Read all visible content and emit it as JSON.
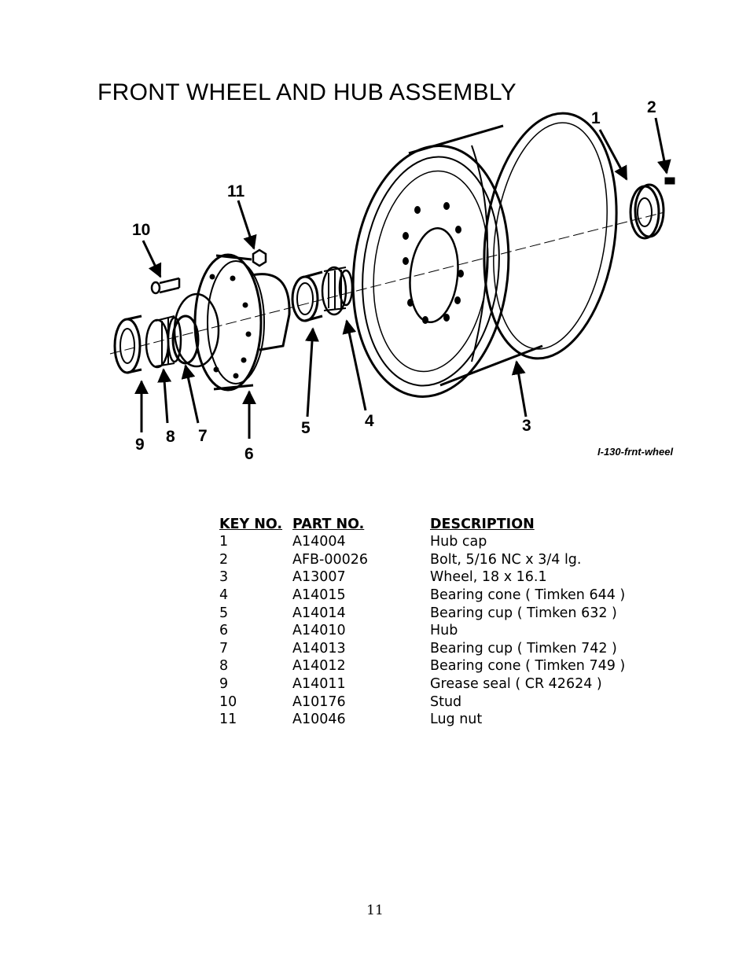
{
  "title": "FRONT WHEEL AND HUB ASSEMBLY",
  "figure_ref": "I-130-frnt-wheel",
  "callouts": [
    "1",
    "2",
    "3",
    "4",
    "5",
    "6",
    "7",
    "8",
    "9",
    "10",
    "11"
  ],
  "table": {
    "headers": [
      "KEY NO.",
      "PART NO.",
      "DESCRIPTION"
    ],
    "rows": [
      [
        "1",
        "A14004",
        "Hub cap"
      ],
      [
        "2",
        "AFB-00026",
        "Bolt, 5/16 NC x 3/4 lg."
      ],
      [
        "3",
        "A13007",
        "Wheel, 18 x 16.1"
      ],
      [
        "4",
        "A14015",
        "Bearing cone ( Timken 644 )"
      ],
      [
        "5",
        "A14014",
        "Bearing cup ( Timken 632 )"
      ],
      [
        "6",
        "A14010",
        "Hub"
      ],
      [
        "7",
        "A14013",
        "Bearing cup ( Timken 742 )"
      ],
      [
        "8",
        "A14012",
        "Bearing cone ( Timken 749 )"
      ],
      [
        "9",
        "A14011",
        "Grease seal ( CR 42624 )"
      ],
      [
        "10",
        "A10176",
        "Stud"
      ],
      [
        "11",
        "A10046",
        "Lug nut"
      ]
    ]
  },
  "page_number": "11"
}
